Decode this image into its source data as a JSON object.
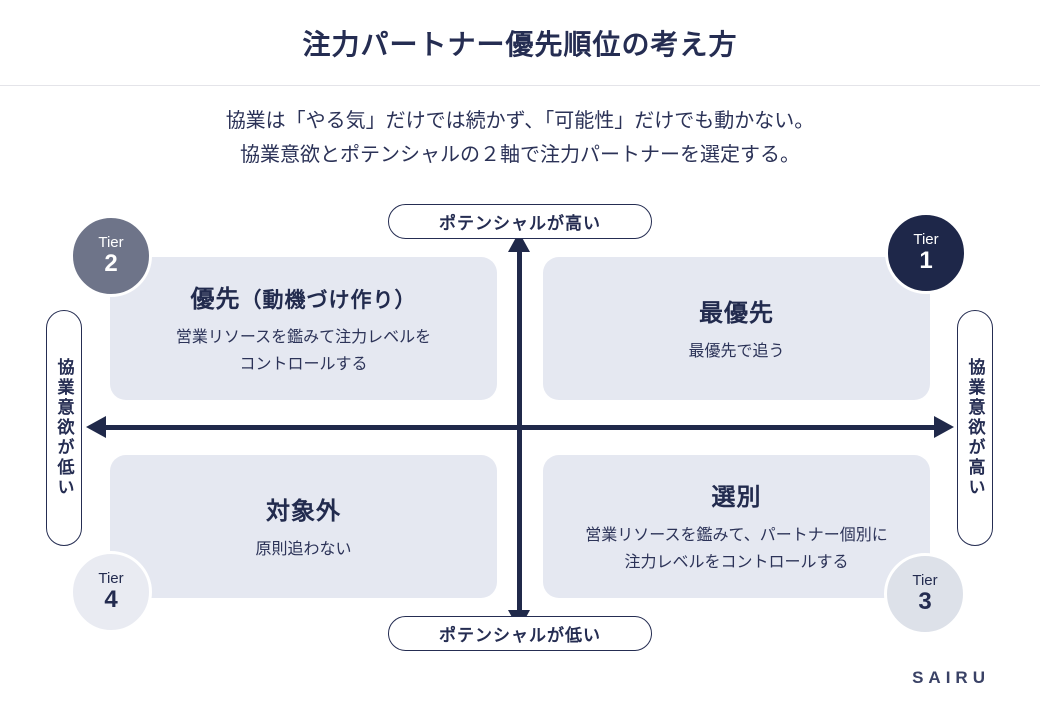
{
  "header": {
    "title": "注力パートナー優先順位の考え方"
  },
  "intro": {
    "line1": "協業は「やる気」だけでは続かず、「可能性」だけでも動かない。",
    "line2": "協業意欲とポテンシャルの２軸で注力パートナーを選定する。"
  },
  "axis_labels": {
    "top": "ポテンシャルが高い",
    "bottom": "ポテンシャルが低い",
    "left": "協業意欲が低い",
    "right": "協業意欲が高い"
  },
  "quadrants": {
    "top_left": {
      "title": "優先",
      "title_suffix": "（動機づけ作り）",
      "desc1": "営業リソースを鑑みて注力レベルを",
      "desc2": "コントロールする"
    },
    "top_right": {
      "title": "最優先",
      "title_suffix": "",
      "desc1": "最優先で追う",
      "desc2": ""
    },
    "bottom_left": {
      "title": "対象外",
      "title_suffix": "",
      "desc1": "原則追わない",
      "desc2": ""
    },
    "bottom_right": {
      "title": "選別",
      "title_suffix": "",
      "desc1": "営業リソースを鑑みて、パートナー個別に",
      "desc2": "注力レベルをコントロールする"
    }
  },
  "tier_badges": {
    "tier1": {
      "label": "Tier",
      "number": "1"
    },
    "tier2": {
      "label": "Tier",
      "number": "2"
    },
    "tier3": {
      "label": "Tier",
      "number": "3"
    },
    "tier4": {
      "label": "Tier",
      "number": "4"
    }
  },
  "footer": {
    "logo": "SAIRU"
  },
  "colors": {
    "navy_text": "#252d52",
    "arrow": "#20294a",
    "quadrant_fill": "#e5e8f1",
    "tier1_fill": "#1e2749",
    "tier2_fill": "#6e7489",
    "tier3_fill": "#dde1e9",
    "tier4_fill": "#e9ebf2",
    "divider": "#e4e4e9"
  }
}
